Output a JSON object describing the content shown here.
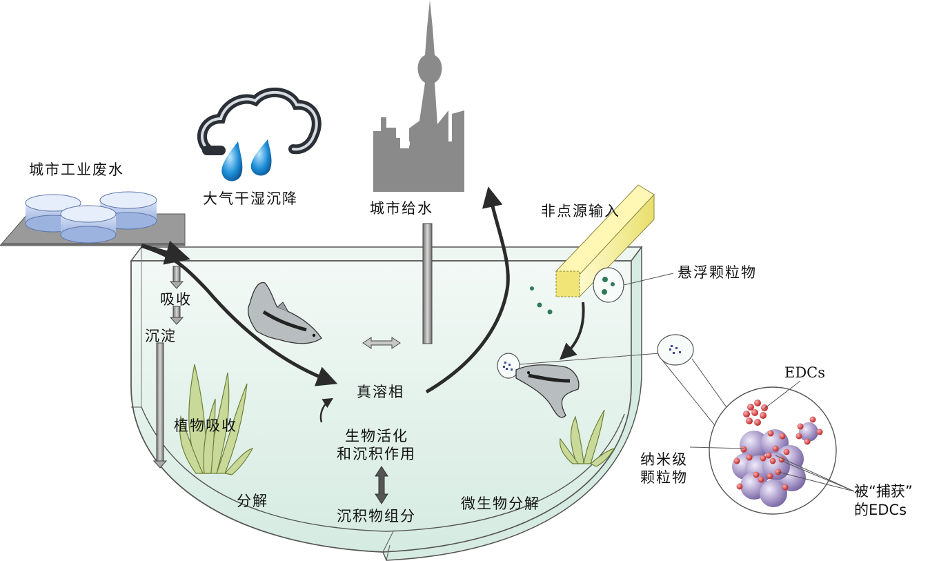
{
  "labels": {
    "industrial_wastewater": "城市工业废水",
    "atmospheric_deposition": "大气干湿沉降",
    "city_water_supply": "城市给水",
    "nonpoint_input": "非点源输入",
    "suspended_particles": "悬浮颗粒物",
    "absorption": "吸收",
    "sedimentation": "沉淀",
    "truly_dissolved_phase": "真溶相",
    "plant_uptake": "植物吸收",
    "bioactivation_line1": "生物活化",
    "bioactivation_line2": "和沉积作用",
    "decomposition": "分解",
    "sediment_components": "沉积物组分",
    "microbial_decomposition": "微生物分解",
    "edcs": "EDCs",
    "nano_particles_line1": "纳米级",
    "nano_particles_line2": "颗粒物",
    "captured_edcs_line1": "被“捕获”",
    "captured_edcs_line2": "的EDCs"
  },
  "colors": {
    "water": "#e3f1ea",
    "tank_outline": "#555555",
    "arrow_dark": "#2b2b2b",
    "pipe_gray": "#8c8c8c",
    "skyline_gray": "#8a8a8a",
    "cloud_blue": "#1e8fd8",
    "plant_green": "#c9d99a",
    "nonpoint_yellow": "#f4ee9a",
    "nano_particle": "#a99ac9",
    "edc_red": "#cc2a2a",
    "suspended_dot": "#2e7a5a"
  },
  "icons": [
    "wastewater-tanks-icon",
    "rain-cloud-icon",
    "city-skyline-icon",
    "nonpoint-beam-icon",
    "fish-icon",
    "aquatic-plant-icon"
  ]
}
